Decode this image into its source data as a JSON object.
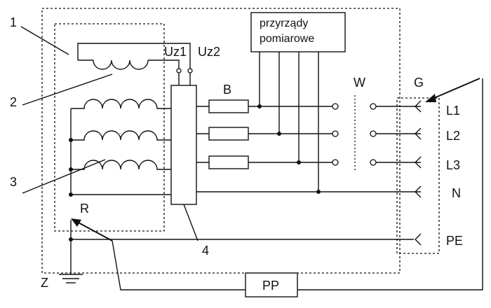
{
  "labels": {
    "label_1": "1",
    "label_2": "2",
    "label_3": "3",
    "label_4": "4",
    "uz1": "Uz1",
    "uz2": "Uz2",
    "b": "B",
    "w": "W",
    "g": "G",
    "l1": "L1",
    "l2": "L2",
    "l3": "L3",
    "n": "N",
    "pe": "PE",
    "r": "R",
    "z": "Z",
    "pp": "PP"
  },
  "instruments_box": {
    "line1": "przyrządy",
    "line2": "pomiarowe"
  }
}
